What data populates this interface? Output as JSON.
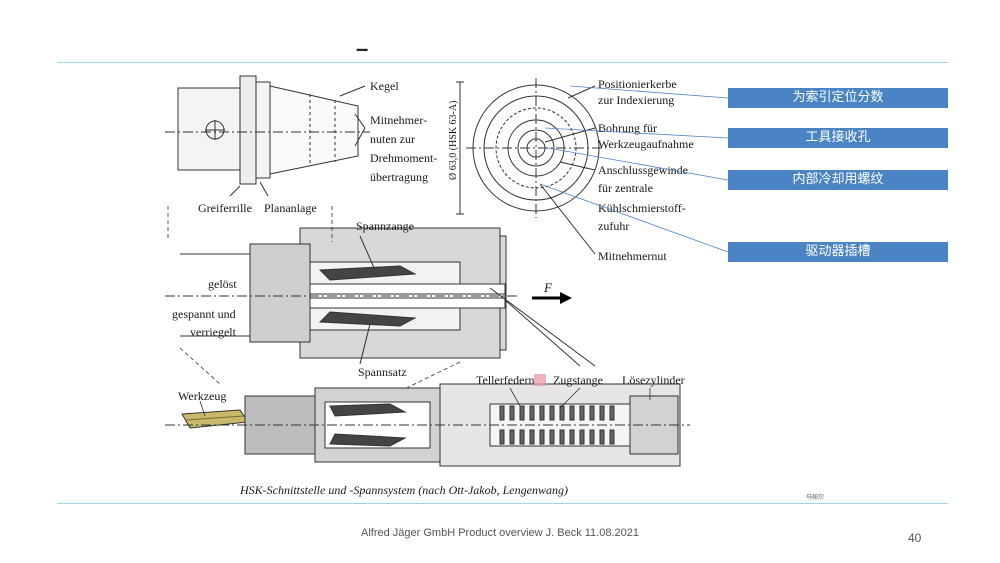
{
  "slide": {
    "title": "–",
    "footer": "Alfred Jäger GmbH Product overview J. Beck 11.08.2021",
    "page_number": "40",
    "tiny_note": "马帕尔"
  },
  "diagram": {
    "labels": {
      "kegel": "Kegel",
      "mitnehmer_1": "Mitnehmer-",
      "mitnehmer_2": "nuten zur",
      "mitnehmer_3": "Drehmoment-",
      "mitnehmer_4": "übertragung",
      "greiferrille": "Greiferrille",
      "plananlage": "Plananlage",
      "diameter": "Ø 63,0 (HSK 63-A)",
      "positionierkerbe_1": "Positionierkerbe",
      "positionierkerbe_2": "zur Indexierung",
      "bohrung_1": "Bohrung für",
      "bohrung_2": "Werkzeugaufnahme",
      "anschluss_1": "Anschlussgewinde",
      "anschluss_2": "für zentrale",
      "anschluss_3": "Kühlschmierstoff-",
      "anschluss_4": "zufuhr",
      "mitnehmernut": "Mitnehmernut",
      "spannzange": "Spannzange",
      "geloest": "gelöst",
      "gespannt_1": "gespannt und",
      "gespannt_2": "verriegelt",
      "spannsatz": "Spannsatz",
      "force": "F",
      "werkzeug": "Werkzeug",
      "tellerfedern": "Tellerfedern",
      "zugstange": "Zugstange",
      "loesezylinder": "Lösezylinder",
      "caption": "HSK-Schnittstelle und -Spannsystem (nach Ott-Jakob, Lengenwang)"
    }
  },
  "annotations": [
    {
      "id": "index-notch",
      "text": "为索引定位分数"
    },
    {
      "id": "tool-hole",
      "text": "工具接收孔"
    },
    {
      "id": "coolant-thread",
      "text": "内部冷却用螺纹"
    },
    {
      "id": "driver-slot",
      "text": "驱动器插槽"
    }
  ],
  "colors": {
    "accent_rule": "#9fd3e8",
    "label_bg": "#4a84c4",
    "label_text": "#ffffff",
    "diagram_gray": "#d0d0d0",
    "diagram_dark": "#3a3a3a",
    "highlight": "#e8a0a8"
  }
}
